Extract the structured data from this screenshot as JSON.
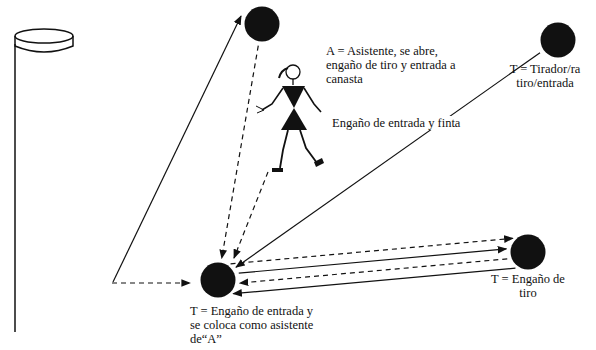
{
  "diagram": {
    "nodes": [
      {
        "text": [
          "A = Asistente, se abre, engaño de tiro y entrada a canasta"
        ]
      },
      {
        "text": [
          "T = Tirador/ra tiro/entrada"
        ]
      },
      {
        "text": [
          "T = Engaño de tiro"
        ]
      },
      {
        "text": [
          "T = Engaño de entrada y se coloca como asistente de“A”"
        ]
      }
    ],
    "edges": [
      {
        "from": 1,
        "to": 3,
        "arrow": "to"
      },
      {
        "from": 0,
        "to": 3,
        "arrow": "to"
      },
      {
        "from": 3,
        "to": 2,
        "arrow": "to"
      },
      {
        "from": 3,
        "to": 2,
        "arrow": "to"
      },
      {
        "from": 2,
        "to": 3,
        "arrow": "to"
      },
      {
        "from": 2,
        "to": 3,
        "arrow": "to"
      }
    ],
    "labels": [
      "Engaño de entrada y finta"
    ]
  }
}
